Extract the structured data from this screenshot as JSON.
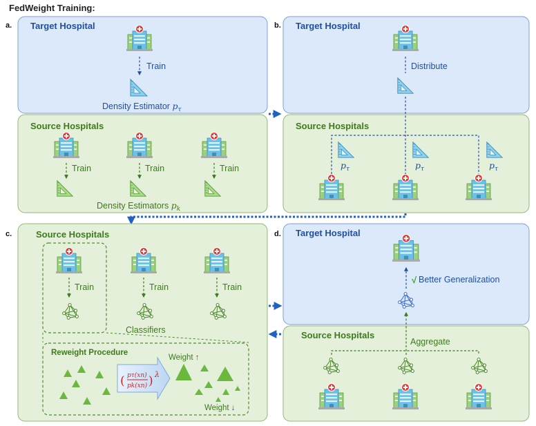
{
  "title": "FedWeight Training:",
  "panels": {
    "a": {
      "label": "a.",
      "target_title": "Target Hospital",
      "train_label": "Train",
      "density_estimator": "Density Estimator",
      "density_estimator_sym": "p",
      "density_estimator_sub": "τ",
      "source_title": "Source Hospitals",
      "source_train_label": "Train",
      "density_estimators": "Density Estimators",
      "density_estimators_sym": "p",
      "density_estimators_sub": "k"
    },
    "b": {
      "label": "b.",
      "target_title": "Target Hospital",
      "distribute_label": "Distribute",
      "source_title": "Source Hospitals",
      "estimator_sym": "p",
      "estimator_sub": "τ"
    },
    "c": {
      "label": "c.",
      "source_title": "Source Hospitals",
      "train_label": "Train",
      "classifiers_label": "Classifiers",
      "reweight_title": "Reweight Procedure",
      "weight_up": "Weight",
      "weight_down": "Weight",
      "up_arrow": "↑",
      "down_arrow": "↓",
      "formula_num": "pτ(xn)",
      "formula_den": "pk(xn)",
      "formula_exp": "λ"
    },
    "d": {
      "label": "d.",
      "target_title": "Target Hospital",
      "check_mark": "√",
      "better_generalization": "Better Generalization",
      "source_title": "Source Hospitals",
      "aggregate_label": "Aggregate"
    }
  },
  "colors": {
    "blue_fill": "#dbe9fa",
    "blue_stroke": "#7f9fd0",
    "green_fill": "#e5f0da",
    "green_stroke": "#93b67b",
    "connector": "#1f62c2",
    "green_dark": "#4e8a2c",
    "highlight_red": "#d42020"
  }
}
